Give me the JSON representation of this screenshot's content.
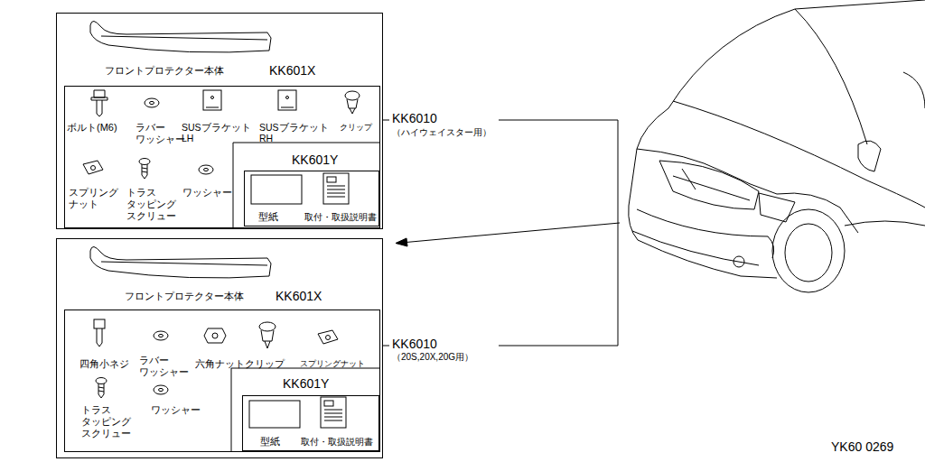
{
  "diagram": {
    "nodes": [
      {
        "text": [
          "フロントプロテクター本体"
        ]
      },
      {
        "text": [
          "KK601X",
          "ボルト(M6)",
          "ラバー ワッシャー",
          "SUSブラケット LH",
          "SUSブラケット RH",
          "クリップ",
          "スプリング ナット",
          "トラス タッピング スクリュー",
          "ワッシャー"
        ],
        "in": 0
      },
      {
        "text": [
          "KK601Y",
          "型紙",
          "取付・取扱説明書"
        ],
        "in": 1
      },
      {
        "text": [
          "フロントプロテクター本体"
        ]
      },
      {
        "text": [
          "KK601X",
          "四角小ネジ",
          "ラバー ワッシャー",
          "六角ナットクリップ",
          "スプリングナット",
          "トラス タッピング スクリュー",
          "ワッシャー"
        ],
        "in": 3
      },
      {
        "text": [
          "KK601Y",
          "型紙",
          "取付・取扱説明書"
        ],
        "in": 4
      }
    ],
    "labels": [
      "KK6010",
      "（ハイウェイスター用）",
      "KK6010",
      "（20S,20X,20G用）",
      "YK60 0269"
    ]
  }
}
